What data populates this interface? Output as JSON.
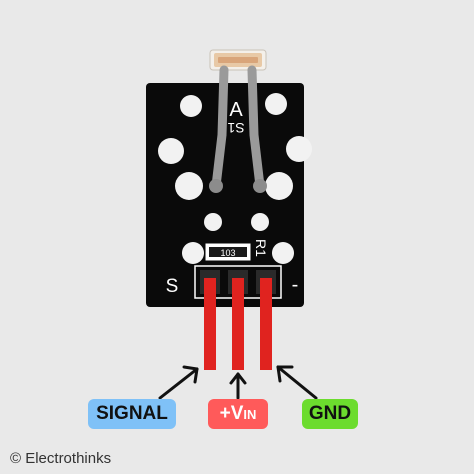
{
  "board": {
    "sensor_marker": "A",
    "sensor_designator": "S1",
    "resistor_code": "103",
    "resistor_designator": "R1",
    "pin_signal_mark": "S",
    "pin_gnd_mark": "-"
  },
  "labels": {
    "signal": "SIGNAL",
    "vin_prefix": "+V",
    "vin_suffix": "IN",
    "gnd": "GND"
  },
  "credit": "© Electrothinks",
  "colors": {
    "background": "#e9e9e9",
    "board": "#0a0a0a",
    "pins": "#e0231f",
    "signal_box": "#7fc1f7",
    "vin_box": "#ff5a5a",
    "gnd_box": "#6cdc2e",
    "ldr_legs": "#9a9a9a"
  },
  "icons": [
    "arrow-signal-icon",
    "arrow-vin-icon",
    "arrow-gnd-icon",
    "photoresistor-icon"
  ]
}
